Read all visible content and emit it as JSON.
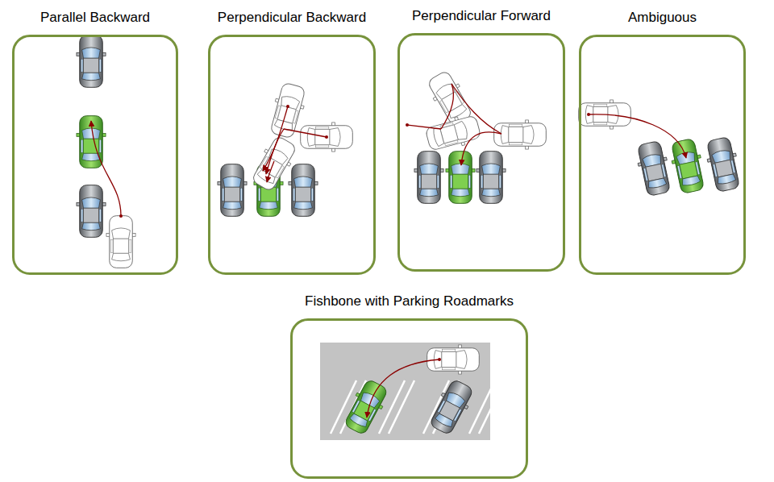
{
  "diagram": {
    "nodes": [
      {
        "text": [
          "Parallel Backward"
        ]
      },
      {
        "text": [
          "Perpendicular Backward"
        ]
      },
      {
        "text": [
          "Perpendicular Forward"
        ]
      },
      {
        "text": [
          "Ambiguous"
        ]
      },
      {
        "text": [
          "Fishbone with Parking Roadmarks"
        ]
      }
    ]
  }
}
